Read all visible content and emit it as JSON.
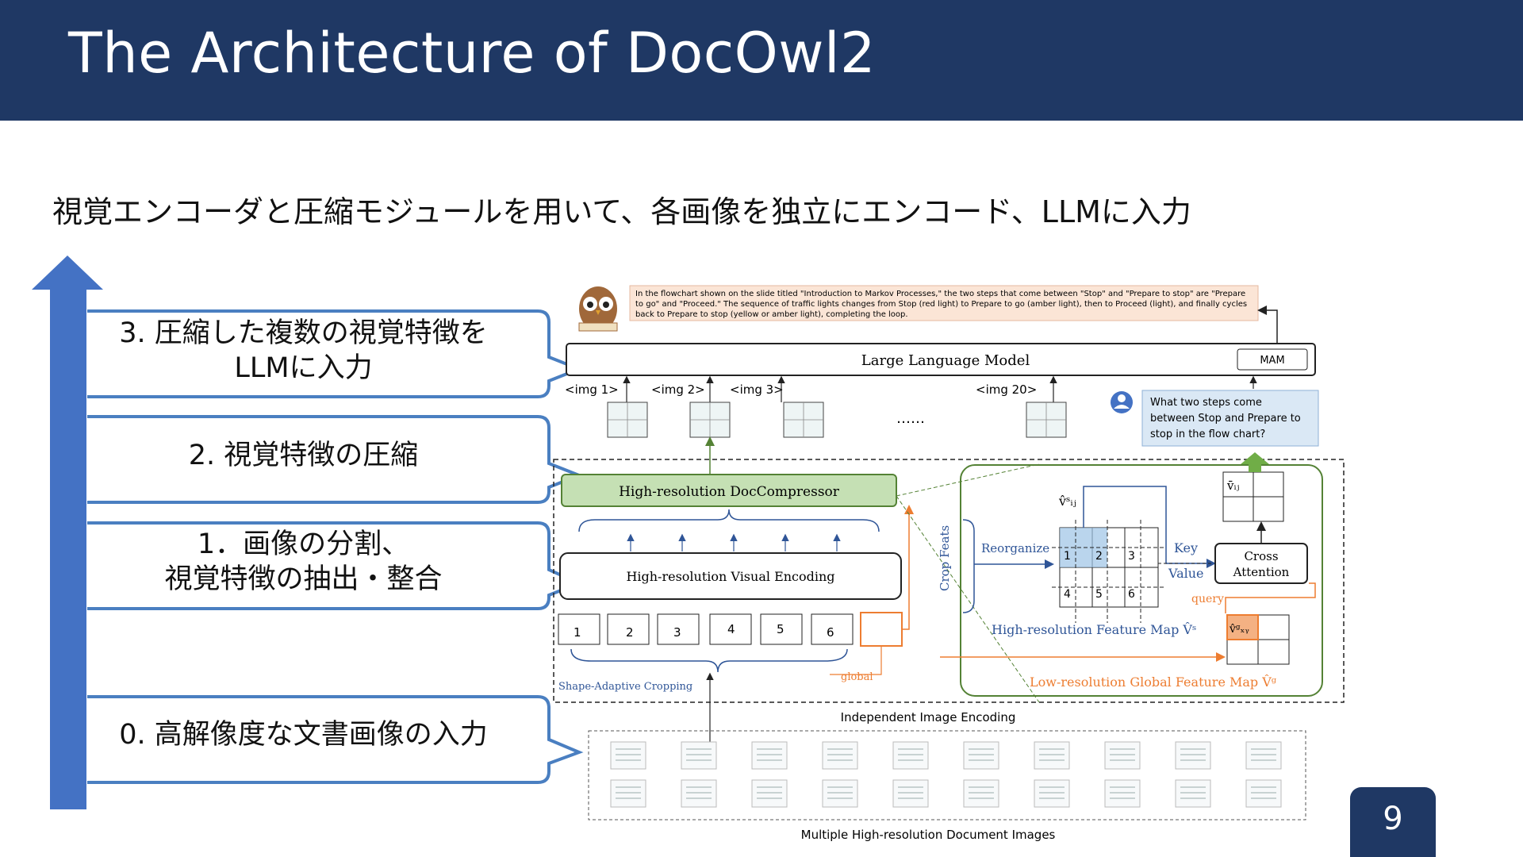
{
  "slide": {
    "title": "The Architecture of DocOwl2",
    "subtitle": "視覚エンコーダと圧縮モジュールを用いて、各画像を独立にエンコード、LLMに入力",
    "page_number": "9"
  },
  "steps": [
    {
      "line1": "3. 圧縮した複数の視覚特徴を",
      "line2": "LLMに入力"
    },
    {
      "line1": "2. 視覚特徴の圧縮",
      "line2": ""
    },
    {
      "line1": "1．画像の分割、",
      "line2": "視覚特徴の抽出・整合"
    },
    {
      "line1": "0. 高解像度な文書画像の入力",
      "line2": ""
    }
  ],
  "diagram": {
    "answer_text": [
      "In the flowchart shown on the slide titled \"Introduction to Markov Processes,\" the two steps that come between \"Stop\" and \"Prepare to stop\" are \"Prepare",
      "to go\" and \"Proceed.\" The sequence of traffic lights changes from Stop (red light) to Prepare to go (amber light), then to Proceed (light), and finally cycles",
      "back to Prepare to stop (yellow or amber light), completing the loop."
    ],
    "llm_label": "Large Language Model",
    "mam_label": "MAM",
    "img_tokens": [
      "<img 1>",
      "<img 2>",
      "<img 3>",
      "<img 20>"
    ],
    "ellipsis": "……",
    "question_lines": [
      "What two steps come",
      "between Stop and Prepare to",
      "stop in the flow chart?"
    ],
    "compressor_label": "High-resolution DocCompressor",
    "encoding_label": "High-resolution Visual Encoding",
    "crop_numbers": [
      "1",
      "2",
      "3",
      "4",
      "5",
      "6"
    ],
    "cropping_label": "Shape-Adaptive Cropping",
    "global_label": "global",
    "crop_feats_label": "Crop Feats",
    "reorganize_label": "Reorganize",
    "key_label": "Key",
    "value_label": "Value",
    "query_label": "query",
    "cross_attention": [
      "Cross",
      "Attention"
    ],
    "v_ij_s": "v̂ˢᵢⱼ",
    "v_ij": "v̄ᵢⱼ",
    "v_xy_g": "v̂ᵍₓᵧ",
    "hr_feature_map": "High-resolution Feature Map V̂ˢ",
    "lr_feature_map": "Low-resolution Global Feature Map V̂ᵍ",
    "independent_encoding": "Independent Image Encoding",
    "multiple_images": "Multiple High-resolution Document Images"
  },
  "colors": {
    "header": "#1f3864",
    "arrow": "#4472c4",
    "compressor_fill": "#c5e0b4",
    "green_border": "#548235",
    "orange": "#ed7d31",
    "blue_text": "#2f5597"
  }
}
